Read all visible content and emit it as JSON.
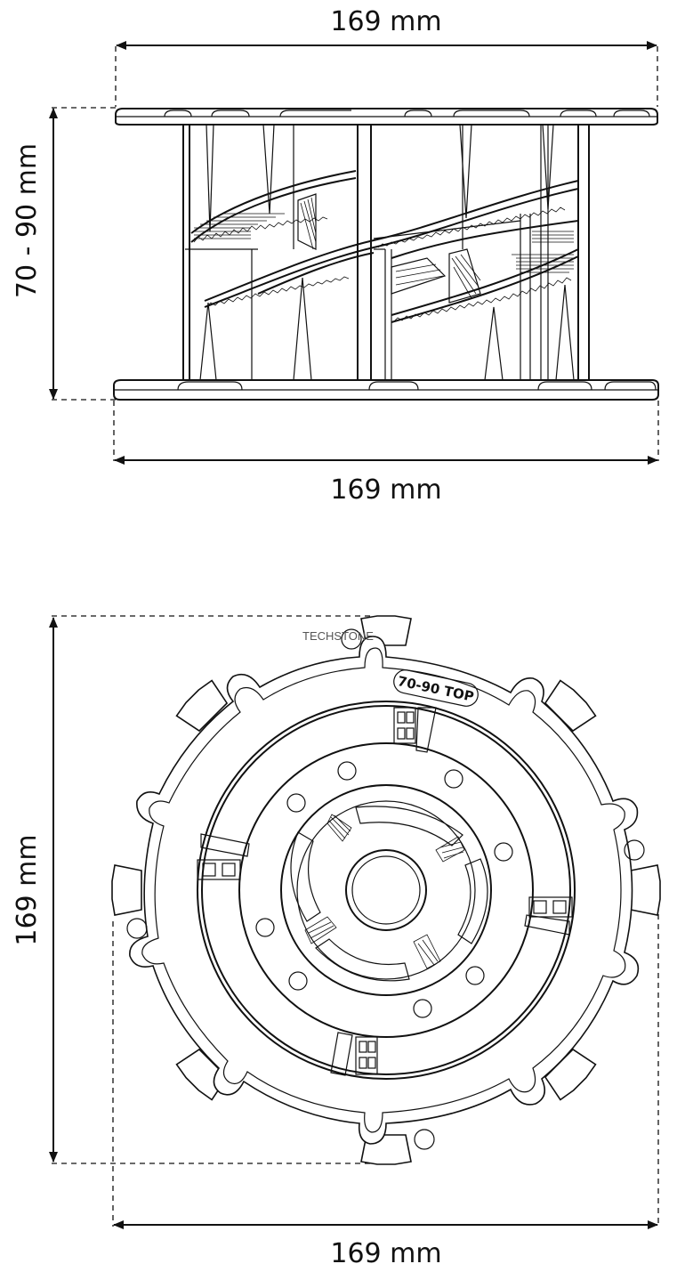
{
  "side_view": {
    "top_width_label": "169 mm",
    "height_label": "70 - 90 mm",
    "bottom_width_label": "169 mm"
  },
  "top_view": {
    "watermark": "TECHSTONE",
    "plate_label": "70-90 TOP",
    "height_label": "169 mm",
    "width_label": "169 mm"
  }
}
